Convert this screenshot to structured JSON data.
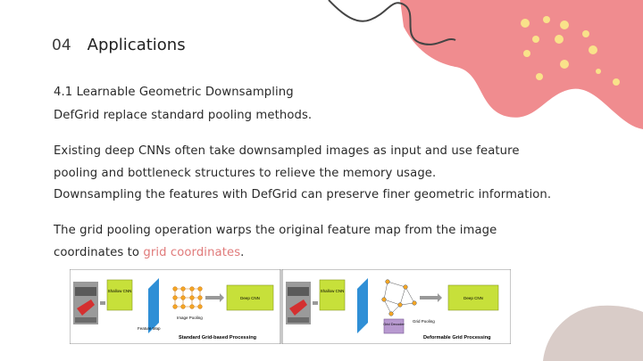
{
  "heading": {
    "number": "04",
    "title": "Applications"
  },
  "body": {
    "subtitle": "4.1 Learnable Geometric Downsampling",
    "line1": "DefGrid replace standard pooling methods.",
    "line2": "Existing deep CNNs often take downsampled images as input and use feature",
    "line3": "pooling and bottleneck structures to relieve the memory usage.",
    "line4": "Downsampling the features with DefGrid can preserve finer geometric information.",
    "line5": "The grid pooling operation warps the original feature map from the image",
    "line6_prefix": "coordinates to ",
    "line6_highlight": "grid coordinates",
    "line6_suffix": "."
  },
  "figure": {
    "left": {
      "shallow_cnn": "Shallow CNN",
      "image_pooling": "Image Pooling",
      "deep_cnn": "Deep CNN",
      "feature_map": "Feature Map",
      "caption": "Standard Grid-based Processing"
    },
    "right": {
      "shallow_cnn": "Shallow CNN",
      "grid_pooling": "Grid Pooling",
      "deep_cnn": "Deep CNN",
      "grid_decoder": "Grid Decoder",
      "caption": "Deformable Grid Processing"
    }
  },
  "colors": {
    "accent": "#e07a7a",
    "blob_pink": "#f08c8f",
    "blob_gray": "#d9ccc8",
    "dot_yellow": "#f9e28a",
    "cnn_green": "#c7e03a",
    "feature_blue": "#2f8fd6"
  }
}
